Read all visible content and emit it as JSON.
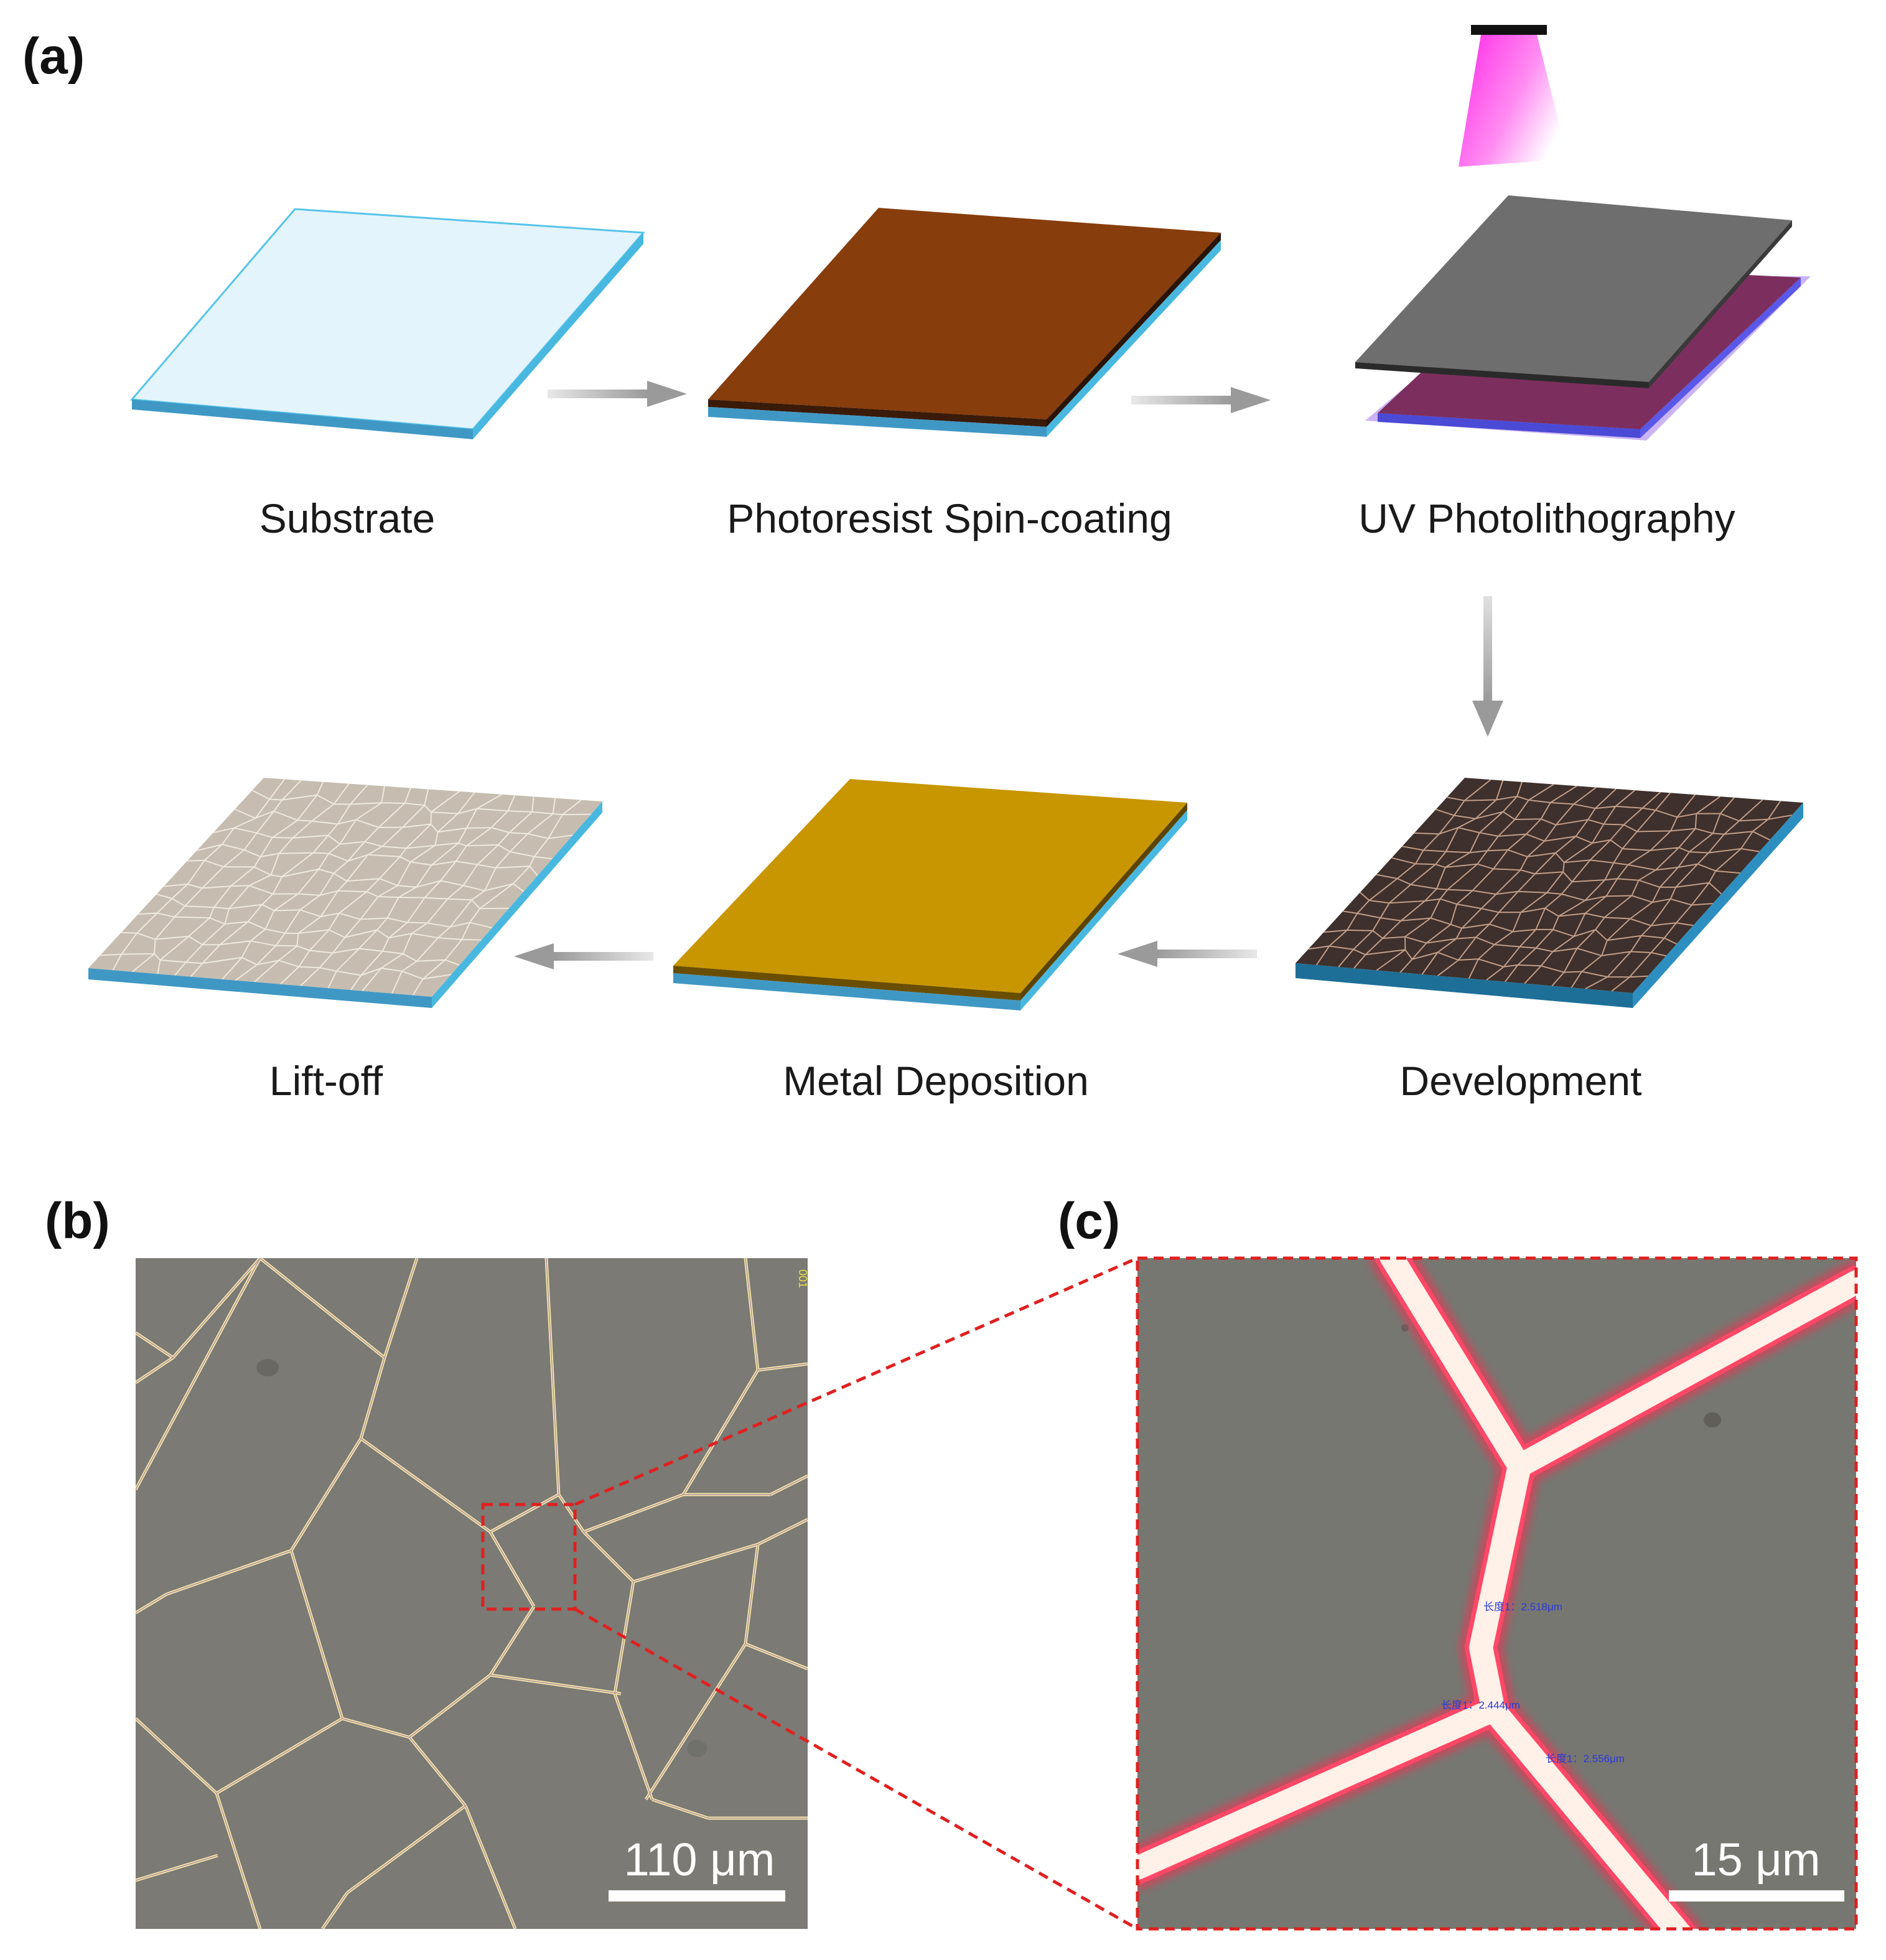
{
  "panel_labels": {
    "a": "(a)",
    "b": "(b)",
    "c": "(c)"
  },
  "steps": [
    {
      "label": "Substrate"
    },
    {
      "label": "Photoresist Spin-coating"
    },
    {
      "label": "UV Photolithography"
    },
    {
      "label": "Development"
    },
    {
      "label": "Metal Deposition"
    },
    {
      "label": "Lift-off"
    }
  ],
  "micrograph_b": {
    "scale_label": "110 μm",
    "corner_mark": "001"
  },
  "micrograph_c": {
    "scale_label": "15 μm",
    "measurements": [
      "长度1：2.518μm",
      "长度1：2.444μm",
      "长度1：2.556μm"
    ]
  },
  "colors": {
    "substrate_top": "#e4f4fc",
    "substrate_edge": "#48b8e0",
    "photoresist": "#873d0c",
    "mask": "#6e6e6e",
    "exposed_resist": "#7c2f5e",
    "uv_light": "#ff30e8",
    "developed": "#3e302c",
    "metal": "#c89600",
    "liftoff": "#c6bdb0",
    "arrow": "#a6a6a6",
    "zoom_frame": "#e02020",
    "micrograph_bg": "#7b7a74",
    "grid_line": "#f3e6a8"
  }
}
